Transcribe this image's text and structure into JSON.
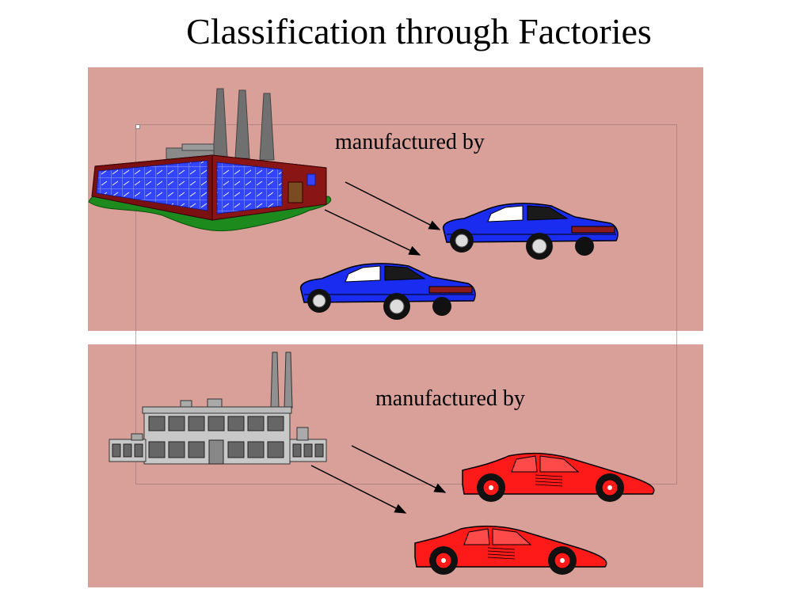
{
  "slide": {
    "title": "Classification through Factories"
  },
  "panels": {
    "top": {
      "label": "manufactured by"
    },
    "bottom": {
      "label": "manufactured by"
    }
  },
  "colors": {
    "panel_bg": "#d9a09a",
    "blue_car": "#1a2cf0",
    "red_car": "#ff1a1a",
    "factory_brick": "#7a1010",
    "factory_glass": "#3344ff",
    "grass": "#1d8a1d",
    "gray_factory": "#c8c8c8"
  },
  "icons": {
    "factory_one": "factory-icon",
    "factory_two": "factory-icon",
    "car": "car-icon",
    "arrow": "arrow-icon"
  }
}
